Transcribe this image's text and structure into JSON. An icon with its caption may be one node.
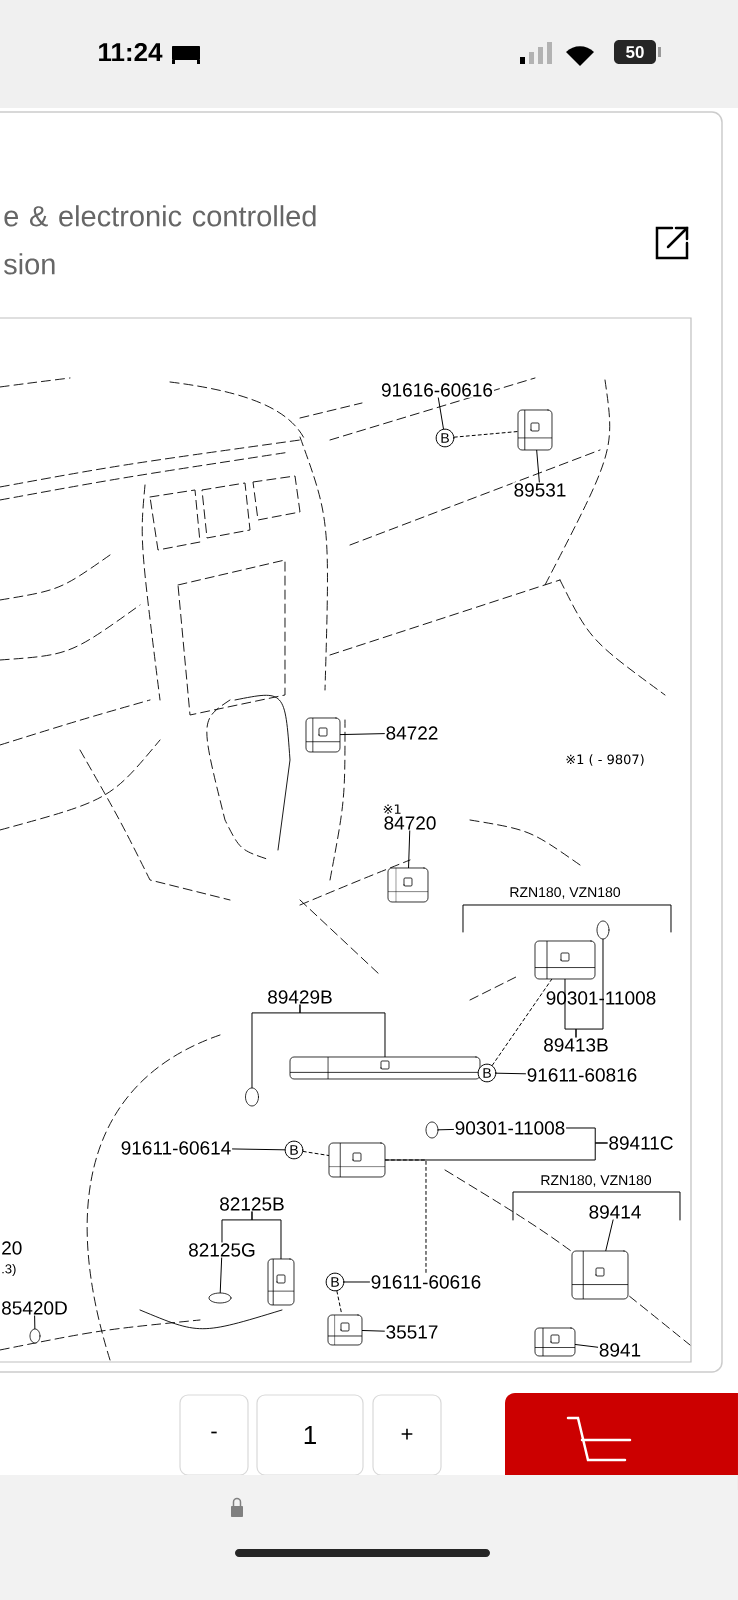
{
  "diagram": {
    "title": "e & electronic controlled sion",
    "nodes": [
      {
        "text": [
          "91616-60616"
        ]
      },
      {
        "text": [
          "B"
        ]
      },
      {
        "text": [],
        "shape": "picture"
      },
      {
        "text": [
          "89531"
        ]
      },
      {
        "text": [
          "84722"
        ]
      },
      {
        "text": [],
        "shape": "picture"
      },
      {
        "text": [
          "84720"
        ],
        "beside": [
          "※1"
        ]
      },
      {
        "text": [],
        "shape": "picture"
      },
      {
        "text": [
          "89429B"
        ]
      },
      {
        "text": [],
        "shape": "circle"
      },
      {
        "text": [],
        "shape": "picture"
      },
      {
        "text": [],
        "shape": "picture"
      },
      {
        "text": [],
        "shape": "circle"
      },
      {
        "text": [
          "90301-11008"
        ]
      },
      {
        "text": [
          "89413B"
        ]
      },
      {
        "text": [
          "B"
        ]
      },
      {
        "text": [
          "91611-60816"
        ]
      },
      {
        "text": [
          "90301-11008"
        ]
      },
      {
        "text": [],
        "shape": "circle"
      },
      {
        "text": [
          "89411C"
        ]
      },
      {
        "text": [],
        "shape": "picture"
      },
      {
        "text": [
          "91611-60614"
        ]
      },
      {
        "text": [
          "B"
        ]
      },
      {
        "text": [
          "82125B"
        ]
      },
      {
        "text": [
          "82125G"
        ]
      },
      {
        "text": [],
        "shape": "circle"
      },
      {
        "text": [],
        "shape": "picture"
      },
      {
        "text": [
          "B"
        ]
      },
      {
        "text": [
          "91611-60616"
        ]
      },
      {
        "text": [],
        "shape": "picture"
      },
      {
        "text": [
          "35517"
        ]
      },
      {
        "text": [
          "89414"
        ]
      },
      {
        "text": [],
        "shape": "picture"
      },
      {
        "text": [
          "8941"
        ]
      },
      {
        "text": [],
        "shape": "picture"
      },
      {
        "text": [
          "85420D"
        ]
      },
      {
        "text": [],
        "shape": "circle"
      }
    ],
    "edges": [
      {
        "from": 0,
        "to": 1,
        "arrow": "none"
      },
      {
        "from": 1,
        "to": 2,
        "arrow": "none",
        "style": "dashed"
      },
      {
        "from": 3,
        "to": 2,
        "arrow": "none"
      },
      {
        "from": 4,
        "to": 5,
        "arrow": "none"
      },
      {
        "from": 6,
        "to": 7,
        "arrow": "none"
      },
      {
        "from": 8,
        "to": 9,
        "arrow": "none"
      },
      {
        "from": 8,
        "to": 10,
        "arrow": "none"
      },
      {
        "from": 14,
        "to": 11,
        "arrow": "none"
      },
      {
        "from": 14,
        "to": 12,
        "arrow": "none"
      },
      {
        "from": 16,
        "to": 15,
        "arrow": "none"
      },
      {
        "from": 15,
        "to": 11,
        "arrow": "none",
        "style": "dashed"
      },
      {
        "from": 17,
        "to": 18,
        "arrow": "none"
      },
      {
        "from": 19,
        "to": 17,
        "arrow": "none"
      },
      {
        "from": 19,
        "to": 20,
        "arrow": "none"
      },
      {
        "from": 21,
        "to": 22,
        "arrow": "none"
      },
      {
        "from": 22,
        "to": 20,
        "arrow": "none",
        "style": "dashed"
      },
      {
        "from": 23,
        "to": 24,
        "arrow": "none"
      },
      {
        "from": 23,
        "to": 26,
        "arrow": "none"
      },
      {
        "from": 24,
        "to": 25,
        "arrow": "none"
      },
      {
        "from": 28,
        "to": 27,
        "arrow": "none"
      },
      {
        "from": 27,
        "to": 29,
        "arrow": "none",
        "style": "dashed"
      },
      {
        "from": 20,
        "to": 28,
        "arrow": "none",
        "style": "dashed"
      },
      {
        "from": 30,
        "to": 29,
        "arrow": "none"
      },
      {
        "from": 31,
        "to": 32,
        "arrow": "none"
      },
      {
        "from": 33,
        "to": 34,
        "arrow": "none"
      },
      {
        "from": 35,
        "to": 36,
        "arrow": "none"
      }
    ],
    "labels": [
      "11:24",
      "50",
      "※1 ( - 9807)",
      "RZN180, VZN180",
      "RZN180, VZN180",
      "20",
      ".3)",
      "-",
      "1",
      "+"
    ]
  }
}
